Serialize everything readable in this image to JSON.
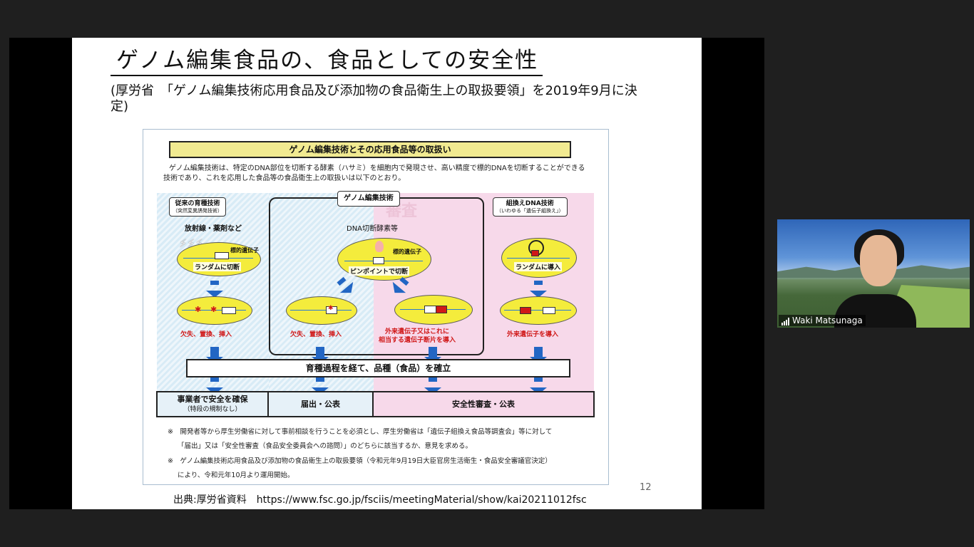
{
  "slide": {
    "title": "ゲノム編集食品の、食品としての安全性",
    "subtitle": "(厚労省　「ゲノム編集技術応用食品及び添加物の食品衛生上の取扱要領」を2019年9月に決定)",
    "page_number": "12",
    "source": "出典:厚労省資料　https://www.fsc.go.jp/fsciis/meetingMaterial/show/kai20211012fsc"
  },
  "figure": {
    "header": "ゲノム編集技術とその応用食品等の取扱い",
    "intro": "ゲノム編集技術は、特定のDNA部位を切断する酵素（ハサミ）を細胞内で発現させ、高い精度で標的DNAを切断することができる技術であり、これを応用した食品等の食品衛生上の取扱いは以下のとおり。",
    "col_conventional": {
      "label": "従来の育種技術",
      "sub": "（突然変異誘発技術）",
      "method": "放射線・薬剤など",
      "target_tag": "標的遺伝子",
      "cut_tag": "ランダムに切断",
      "result": "欠失、置換、挿入"
    },
    "col_genome": {
      "label": "ゲノム編集技術",
      "method": "DNA切断酵素等",
      "target_tag": "標的遺伝子",
      "cut_tag": "ピンポイントで切断",
      "result_left": "欠失、置換、挿入",
      "result_right_1": "外来遺伝子又はこれに",
      "result_right_2": "相当する遺伝子断片を導入"
    },
    "col_gmo": {
      "label": "組換えDNA技術",
      "sub": "（いわゆる「遺伝子組換え」）",
      "cut_tag": "ランダムに導入",
      "result": "外来遺伝子を導入"
    },
    "breeding_bar": "育種過程を経て、品種（食品）を確立",
    "bottom": {
      "cell1_line1": "事業者で安全を確保",
      "cell1_line2": "（特段の規制なし）",
      "cell2": "届出・公表",
      "cell3": "安全性審査・公表"
    },
    "note1_a": "※　開発者等から厚生労働省に対して事前相談を行うことを必須とし、厚生労働省は「遺伝子組換え食品等調査会」等に対して",
    "note1_b": "「届出」又は「安全性審査（食品安全委員会への諮問）」のどちらに該当するか、意見を求める。",
    "note2_a": "※　ゲノム編集技術応用食品及び添加物の食品衛生上の取扱要領（令和元年9月19日大臣官房生活衛生・食品安全審議官決定）",
    "note2_b": "により、令和元年10月より運用開始。"
  },
  "participant": {
    "name": "Waki Matsunaga",
    "icon": "signal-bars-icon"
  }
}
